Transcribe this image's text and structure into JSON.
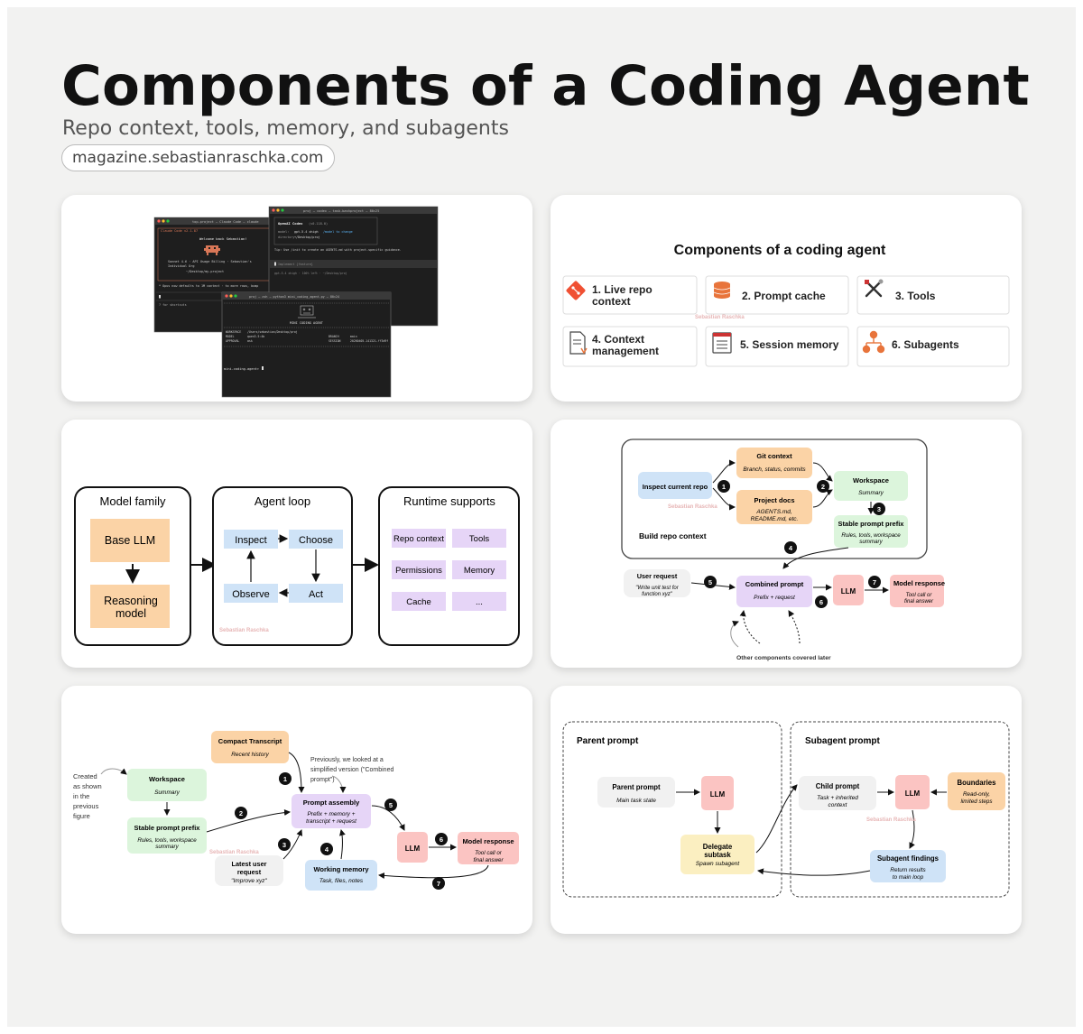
{
  "header": {
    "title": "Components of a Coding Agent",
    "subtitle": "Repo context, tools, memory, and subagents",
    "url": "magazine.sebastianraschka.com"
  },
  "watermark": "Sebastian Raschka",
  "panel1": {
    "term1": {
      "title": "top-project — Claude Code — claude",
      "welcome": "Welcome back Sebastian!",
      "version": "Claude Code v2.1.87",
      "info1": "Sonnet 4.6 · API Usage Billing · Sebastian's",
      "info2": "Individual Org",
      "info3": "~/Desktop/my-project",
      "tip": "* Opus now defaults to 1M context · to more rows, bump",
      "shortcuts": "? for shortcuts"
    },
    "term2": {
      "title": "proj — codex — task-bashproject — 80×25",
      "name": "OpenAI Codex",
      "version": "(v0.118.0)",
      "model_label": "model:",
      "model_val": "gpt-5.4 xhigh",
      "model_hint": "/model to change",
      "dir_label": "directory:",
      "dir_val": "~/Desktop/proj",
      "tip": "Tip: Use /init to create an AGENTS.md with project-specific guidance.",
      "input": "Implement {feature}",
      "status": "gpt-5.4 xhigh · 100% left · ~/Desktop/proj"
    },
    "term3": {
      "title": "proj — zsh — python3 mini_coding_agent.py — 80×24",
      "banner": "MINI CODING AGENT",
      "ws_label": "WORKSPACE",
      "ws_val": "/Users/sebastian/Desktop/proj",
      "model_label": "MODEL",
      "model_val": "qwen3.5:4b",
      "branch_label": "BRANCH",
      "branch_val": "main",
      "approval_label": "APPROVAL",
      "approval_val": "ask",
      "session_label": "SESSION",
      "session_val": "20260405-141321-ff3d9f",
      "prompt": "mini-coding-agent>"
    }
  },
  "panel2": {
    "title": "Components of a coding agent",
    "items": [
      "1. Live repo context",
      "2. Prompt cache",
      "3. Tools",
      "4. Context management",
      "5. Session memory",
      "6. Subagents"
    ]
  },
  "panel3": {
    "family_title": "Model family",
    "base": "Base LLM",
    "reasoning": "Reasoning model",
    "loop_title": "Agent loop",
    "inspect": "Inspect",
    "choose": "Choose",
    "observe": "Observe",
    "act": "Act",
    "runtime_title": "Runtime supports",
    "runtime_items": [
      "Repo context",
      "Tools",
      "Permissions",
      "Memory",
      "Cache",
      "..."
    ]
  },
  "panel4": {
    "inspect": "Inspect current repo",
    "git_title": "Git context",
    "git_sub": "Branch, status, commits",
    "docs_title": "Project docs",
    "docs_sub": "AGENTS.md, README.md, etc.",
    "ws_title": "Workspace",
    "ws_sub": "Summary",
    "stable_title": "Stable prompt prefix",
    "stable_sub": "Rules, tools, workspace summary",
    "build": "Build repo context",
    "user_title": "User request",
    "user_sub": "\"Write unit test for function xyz\"",
    "combined_title": "Combined prompt",
    "combined_sub": "Prefix + request",
    "llm": "LLM",
    "resp_title": "Model response",
    "resp_sub": "Tool call or final answer",
    "other": "Other components covered later",
    "steps": [
      "1",
      "2",
      "3",
      "4",
      "5",
      "6",
      "7"
    ]
  },
  "panel5": {
    "created": "Created as shown in the previous figure",
    "ws_title": "Workspace",
    "ws_sub": "Summary",
    "stable_title": "Stable prompt prefix",
    "stable_sub": "Rules, tools, workspace summary",
    "compact_title": "Compact Transcript",
    "compact_sub": "Recent history",
    "prev_note": "Previously, we looked at a simplified version (\"Combined prompt\")",
    "assembly_title": "Prompt assembly",
    "assembly_sub": "Prefix + memory + transcript + request",
    "latest_title": "Latest user request",
    "latest_sub": "\"Improve xyz\"",
    "memory_title": "Working memory",
    "memory_sub": "Task, files, notes",
    "llm": "LLM",
    "resp_title": "Model response",
    "resp_sub": "Tool call or final answer",
    "steps": [
      "1",
      "2",
      "3",
      "4",
      "5",
      "6",
      "7"
    ]
  },
  "panel6": {
    "parent_frame": "Parent prompt",
    "sub_frame": "Subagent prompt",
    "parent_title": "Parent prompt",
    "parent_sub": "Main task state",
    "llm": "LLM",
    "delegate_title": "Delegate subtask",
    "delegate_sub": "Spawn subagent",
    "child_title": "Child prompt",
    "child_sub": "Task + inherited context",
    "llm2": "LLM",
    "bound_title": "Boundaries",
    "bound_sub": "Read-only, limited steps",
    "find_title": "Subagent findings",
    "find_sub": "Return results to main loop"
  },
  "colors": {
    "orange": "#fbd3a6",
    "purple": "#e6d5f7",
    "blue": "#cfe3f7",
    "green": "#dcf5dc",
    "pink": "#fbc4c2",
    "yellow": "#fbefc1",
    "gray": "#f1f1f1",
    "terminal": "#1e1e1e"
  }
}
